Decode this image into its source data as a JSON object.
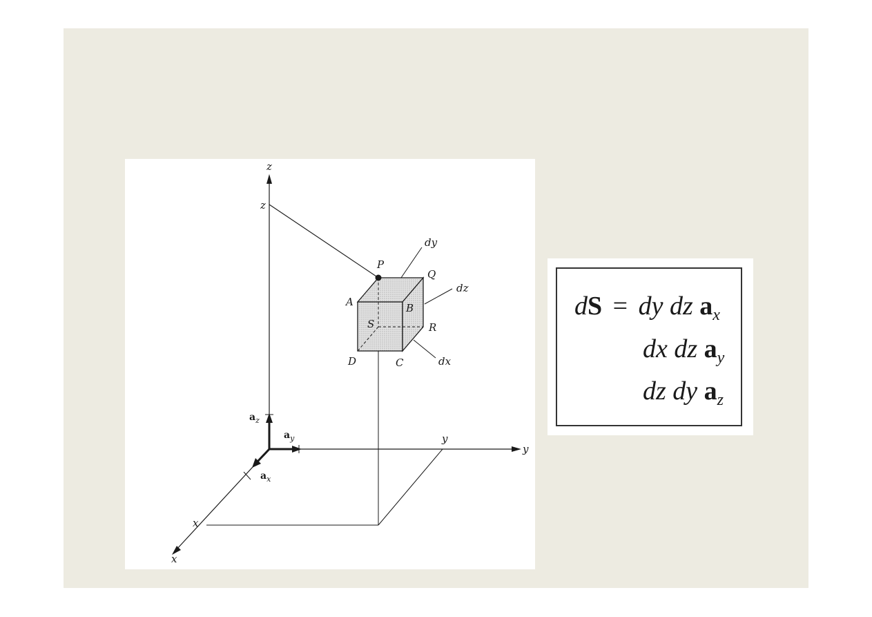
{
  "figure": {
    "axis_z_label": "z",
    "axis_y_label": "y",
    "axis_x_label": "x",
    "z_coord_label": "z",
    "y_coord_label": "y",
    "x_coord_label": "x",
    "point_P": "P",
    "point_Q": "Q",
    "point_A": "A",
    "point_B": "B",
    "point_S": "S",
    "point_R": "R",
    "point_D": "D",
    "point_C": "C",
    "dy_label": "dy",
    "dz_label": "dz",
    "dx_label": "dx",
    "unit_a": "a",
    "unit_z_sub": "z",
    "unit_y_sub": "y",
    "unit_x_sub": "x"
  },
  "formula": {
    "line1_lhs_d": "d",
    "line1_lhs_S": "S",
    "line1_eq": "=",
    "line1_terms": "dy dz",
    "line1_vec": "a",
    "line1_sub": "x",
    "line2_terms": "dx dz",
    "line2_vec": "a",
    "line2_sub": "y",
    "line3_terms": "dz dy",
    "line3_vec": "a",
    "line3_sub": "z"
  },
  "colors": {
    "slide_background": "#edebe1",
    "panel_background": "#ffffff",
    "ink": "#1a1a1a",
    "cube_shading": "#d4d4d4"
  }
}
